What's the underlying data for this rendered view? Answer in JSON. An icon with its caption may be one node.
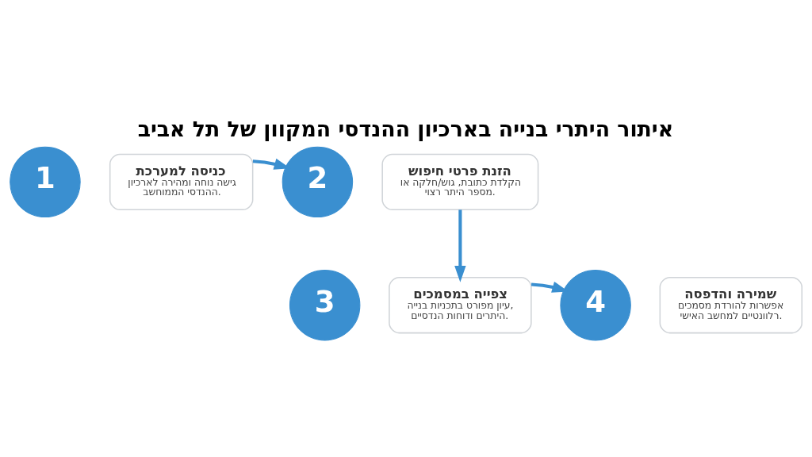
{
  "diagram": {
    "title": "איתור היתרי בנייה בארכיון ההנדסי המקוון של תל אביב",
    "nodes": [
      {
        "text": [
          "1"
        ]
      },
      {
        "text": [
          "כניסה למערכת",
          "גישה נוחה ומהירה לארכיון ההנדסי הממוחשב."
        ]
      },
      {
        "text": [
          "2"
        ]
      },
      {
        "text": [
          "הזנת פרטי חיפוש",
          "הקלדת כתובת, גוש/חלקה או מספר היתר רצוי."
        ]
      },
      {
        "text": [
          "3"
        ]
      },
      {
        "text": [
          "צפייה במסמכים",
          "עיון מפורט בתכניות בנייה, היתרים ודוחות הנדסיים."
        ]
      },
      {
        "text": [
          "4"
        ]
      },
      {
        "text": [
          "שמירה והדפסה",
          "אפשרות להורדת מסמכים רלוונטיים למחשב האישי."
        ]
      }
    ],
    "edges": [
      {
        "from": 1,
        "to": 2,
        "arrow": "to"
      },
      {
        "from": 3,
        "to": 5,
        "arrow": "to"
      },
      {
        "from": 5,
        "to": 6,
        "arrow": "to"
      }
    ]
  }
}
